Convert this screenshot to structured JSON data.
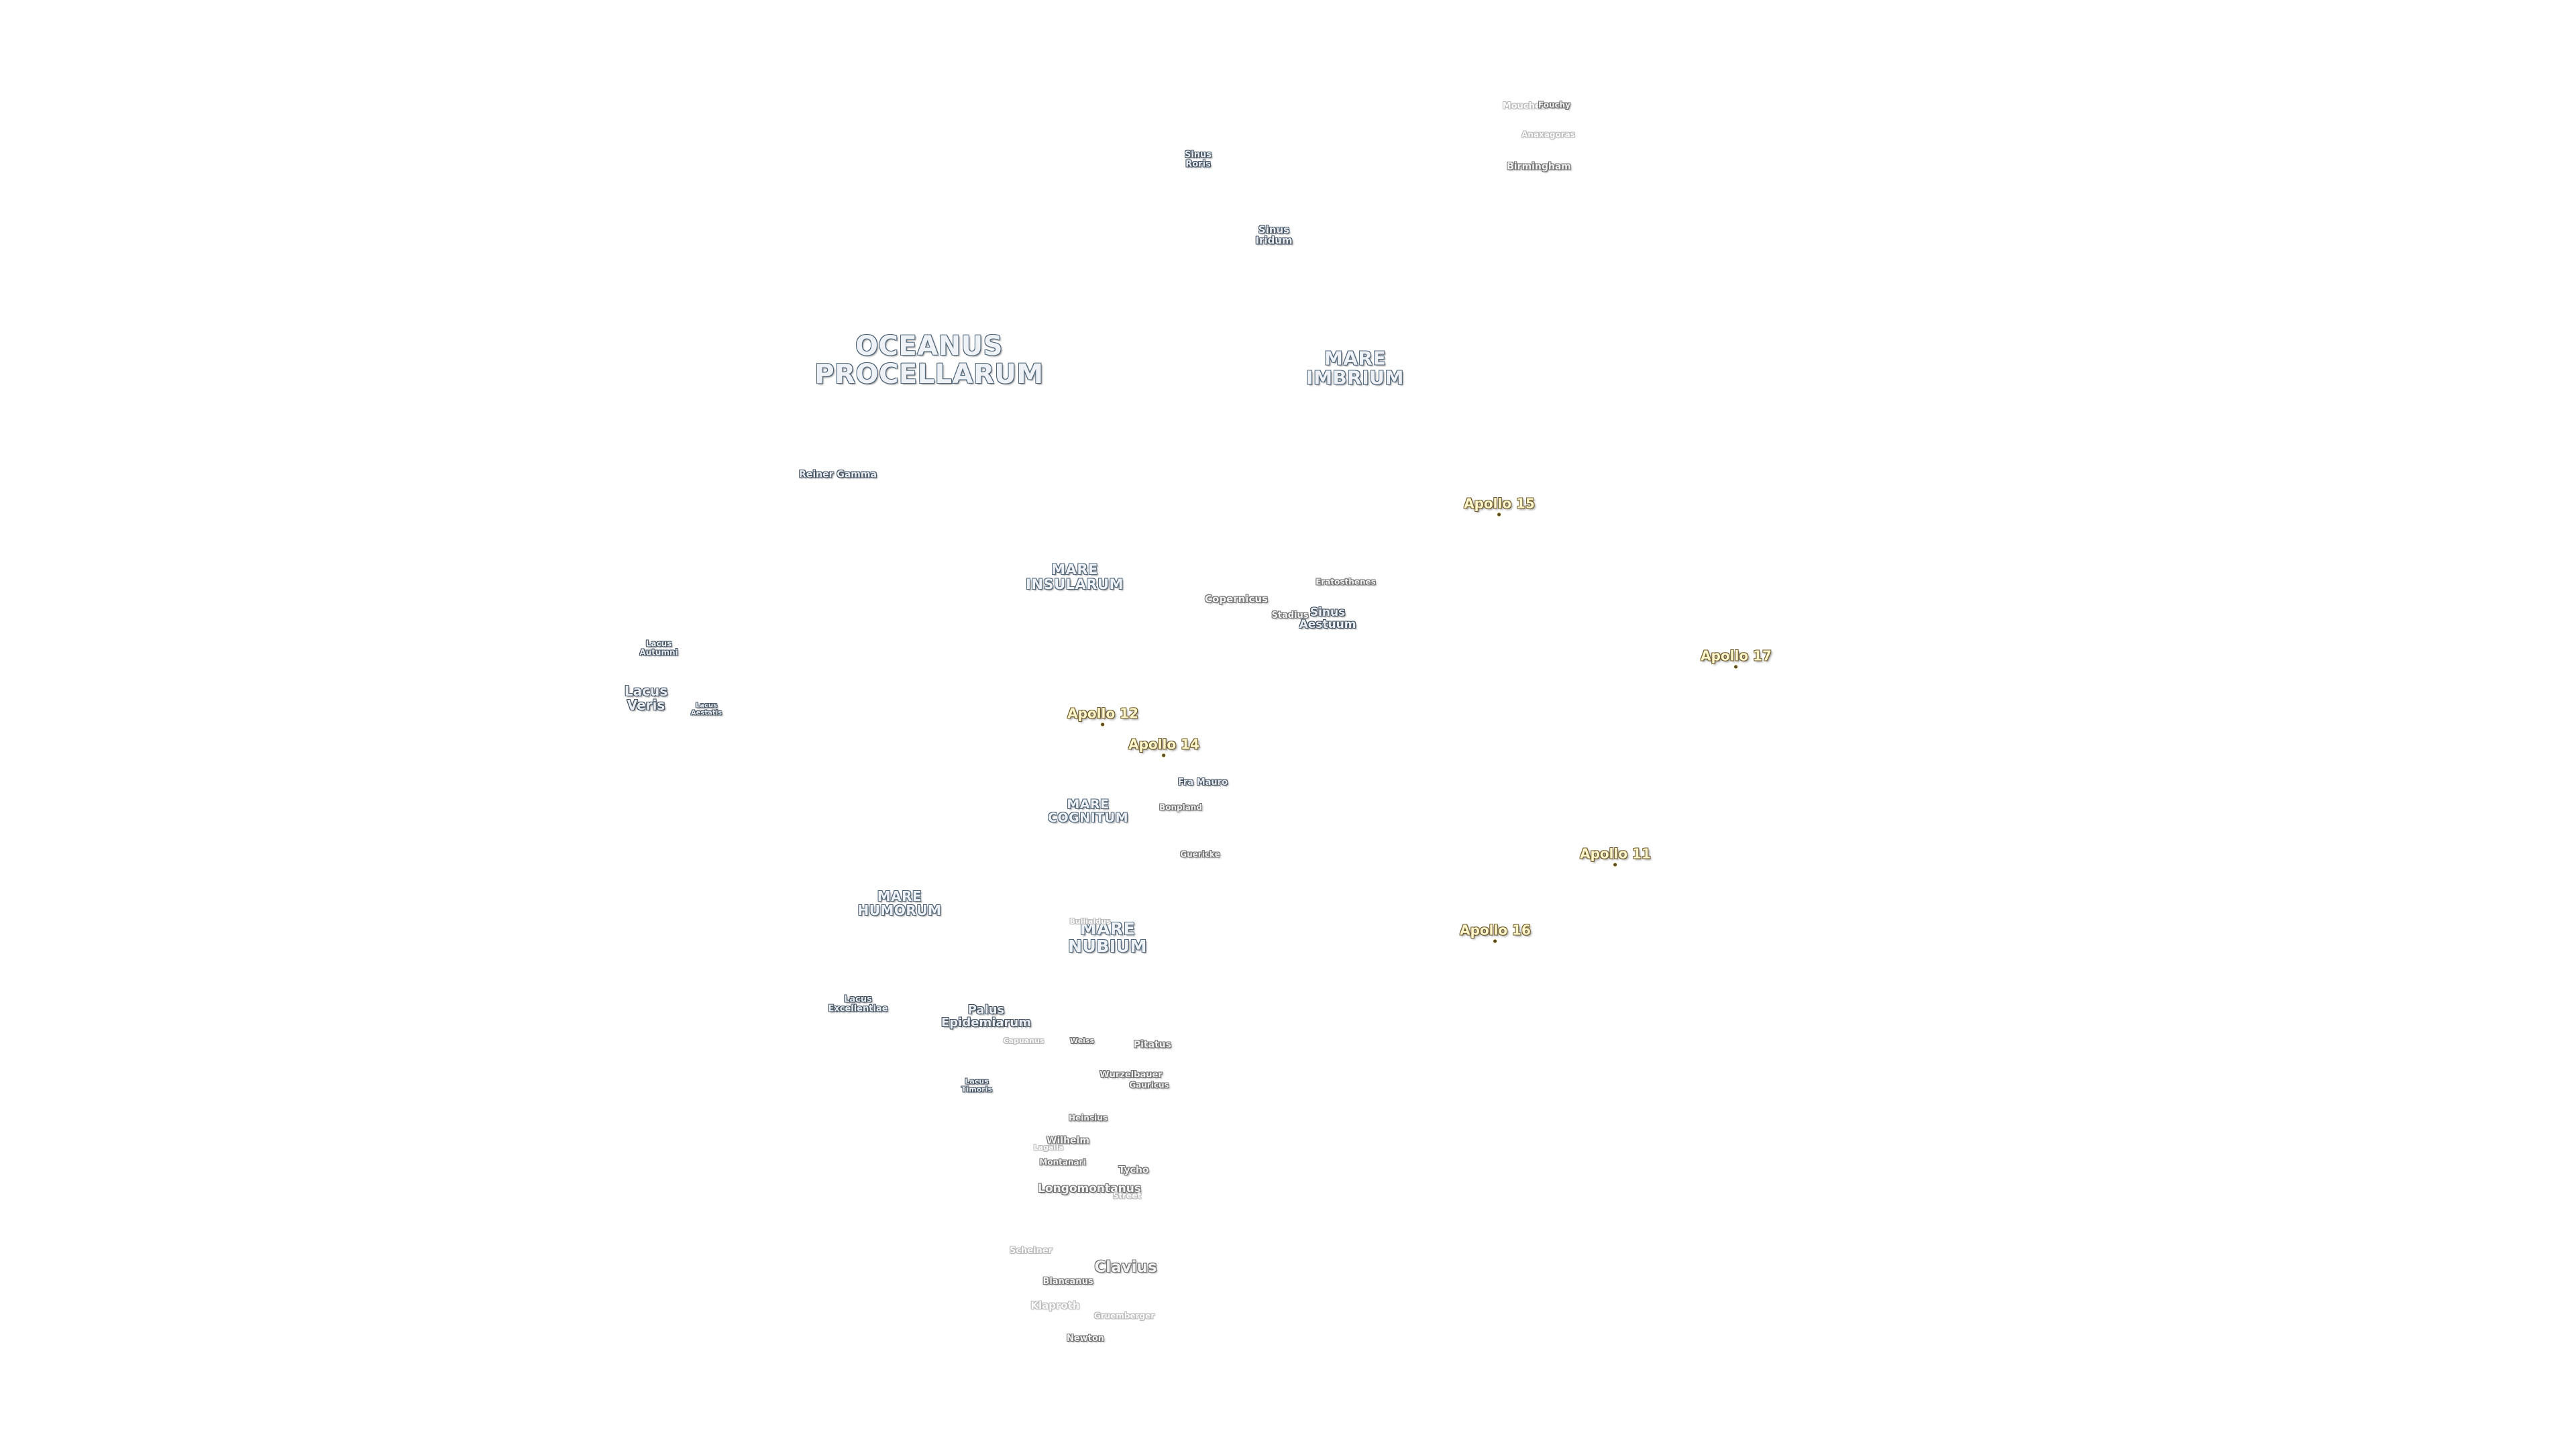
{
  "map": {
    "maria": [
      {
        "id": "oceanus-procellarum",
        "text": "OCEANUS\nPROCELLARUM"
      },
      {
        "id": "mare-imbrium",
        "text": "MARE\nIMBRIUM"
      },
      {
        "id": "mare-insularum",
        "text": "MARE\nINSULARUM"
      },
      {
        "id": "mare-cognitum",
        "text": "MARE\nCOGNITUM"
      },
      {
        "id": "mare-humorum",
        "text": "MARE\nHUMORUM"
      },
      {
        "id": "mare-nubium",
        "text": "MARE\nNUBIUM"
      }
    ],
    "features": [
      {
        "id": "sinus-roris",
        "text": "Sinus\nRoris"
      },
      {
        "id": "sinus-iridum",
        "text": "Sinus\nIridum"
      },
      {
        "id": "reiner-gamma",
        "text": "Reiner Gamma"
      },
      {
        "id": "sinus-aestuum",
        "text": "Sinus\nAestuum"
      },
      {
        "id": "lacus-autumni",
        "text": "Lacus\nAutumni"
      },
      {
        "id": "lacus-veris",
        "text": "Lacus\nVeris"
      },
      {
        "id": "lacus-aestatis",
        "text": "Lacus\nAestatis"
      },
      {
        "id": "lacus-excellentiae",
        "text": "Lacus\nExcellentiae"
      },
      {
        "id": "palus-epidemiarum",
        "text": "Palus\nEpidemiarum"
      },
      {
        "id": "lacus-timoris",
        "text": "Lacus\nTimoris"
      },
      {
        "id": "fra-mauro",
        "text": "Fra Mauro"
      }
    ],
    "craters": [
      {
        "id": "mouchez",
        "text": "Mouchez",
        "faint": true
      },
      {
        "id": "foucy",
        "text": "Fouchy",
        "faint": false
      },
      {
        "id": "anaxagoras",
        "text": "Anaxagoras",
        "faint": true
      },
      {
        "id": "birmingham",
        "text": "Birmingham",
        "faint": false
      },
      {
        "id": "copernicus",
        "text": "Copernicus",
        "faint": false
      },
      {
        "id": "eratosthenes",
        "text": "Eratosthenes",
        "faint": false
      },
      {
        "id": "stadius",
        "text": "Stadius",
        "faint": false
      },
      {
        "id": "bonpland",
        "text": "Bonpland",
        "faint": false
      },
      {
        "id": "guericke",
        "text": "Guericke",
        "faint": false
      },
      {
        "id": "bullialdus",
        "text": "Bullialdus",
        "faint": true
      },
      {
        "id": "capuanus",
        "text": "Capuanus",
        "faint": true
      },
      {
        "id": "weiss",
        "text": "Weiss",
        "faint": false
      },
      {
        "id": "pitatus",
        "text": "Pitatus",
        "faint": false
      },
      {
        "id": "wurzelbauer",
        "text": "Wurzelbauer",
        "faint": false
      },
      {
        "id": "gauricus",
        "text": "Gauricus",
        "faint": false
      },
      {
        "id": "heinsius",
        "text": "Heinsius",
        "faint": false
      },
      {
        "id": "wilhelm",
        "text": "Wilhelm",
        "faint": false
      },
      {
        "id": "lagalla",
        "text": "Lagalla",
        "faint": true
      },
      {
        "id": "montanari",
        "text": "Montanari",
        "faint": false
      },
      {
        "id": "tycho",
        "text": "Tycho",
        "faint": false
      },
      {
        "id": "longomontanus",
        "text": "Longomontanus",
        "faint": false
      },
      {
        "id": "street",
        "text": "Street",
        "faint": true
      },
      {
        "id": "scheiner",
        "text": "Scheiner",
        "faint": true
      },
      {
        "id": "clavius",
        "text": "Clavius",
        "faint": false
      },
      {
        "id": "blancanus",
        "text": "Blancanus",
        "faint": false
      },
      {
        "id": "klaproth",
        "text": "Klaproth",
        "faint": true
      },
      {
        "id": "gruemberger",
        "text": "Gruemberger",
        "faint": true
      },
      {
        "id": "newton",
        "text": "Newton",
        "faint": false
      }
    ],
    "apollo": [
      {
        "id": "apollo-15",
        "text": "Apollo 15"
      },
      {
        "id": "apollo-17",
        "text": "Apollo 17"
      },
      {
        "id": "apollo-12",
        "text": "Apollo 12"
      },
      {
        "id": "apollo-14",
        "text": "Apollo 14"
      },
      {
        "id": "apollo-11",
        "text": "Apollo 11"
      },
      {
        "id": "apollo-16",
        "text": "Apollo 16"
      }
    ]
  }
}
